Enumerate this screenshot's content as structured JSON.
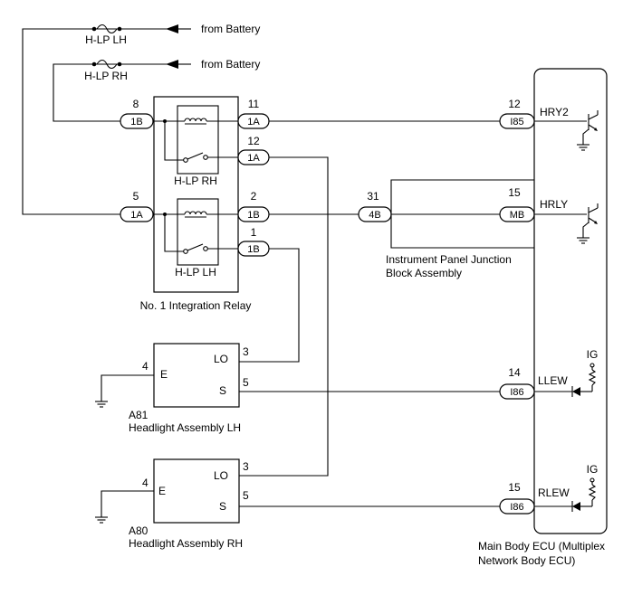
{
  "sources": {
    "battery_1": "from Battery",
    "battery_2": "from Battery",
    "fuse_lh": "H-LP LH",
    "fuse_rh": "H-LP RH"
  },
  "integration_relay": {
    "title": "No. 1 Integration Relay",
    "relay_rh": "H-LP RH",
    "relay_lh": "H-LP LH",
    "pin_8": "8",
    "conn_8": "1B",
    "pin_5": "5",
    "conn_5": "1A",
    "pin_11": "11",
    "conn_11": "1A",
    "pin_12": "12",
    "conn_12": "1A",
    "pin_2": "2",
    "conn_2": "1B",
    "pin_1": "1",
    "conn_1": "1B"
  },
  "junction_block": {
    "title_line1": "Instrument Panel Junction",
    "title_line2": "Block Assembly",
    "pin_31": "31",
    "conn_31": "4B",
    "pin_15": "15",
    "conn_15": "MB"
  },
  "ecu": {
    "title_line1": "Main Body ECU (Multiplex",
    "title_line2": "Network Body ECU)",
    "hry2_pin": "12",
    "hry2_conn": "I85",
    "hry2_label": "HRY2",
    "hrly_label": "HRLY",
    "llew_pin": "14",
    "llew_conn": "I86",
    "llew_label": "LLEW",
    "rlew_pin": "15",
    "rlew_conn": "I86",
    "rlew_label": "RLEW",
    "ig_1": "IG",
    "ig_2": "IG"
  },
  "headlight_lh": {
    "code": "A81",
    "title": "Headlight Assembly LH",
    "e_pin": "4",
    "e_label": "E",
    "lo_pin": "3",
    "lo_label": "LO",
    "s_pin": "5",
    "s_label": "S"
  },
  "headlight_rh": {
    "code": "A80",
    "title": "Headlight Assembly RH",
    "e_pin": "4",
    "e_label": "E",
    "lo_pin": "3",
    "lo_label": "LO",
    "s_pin": "5",
    "s_label": "S"
  }
}
